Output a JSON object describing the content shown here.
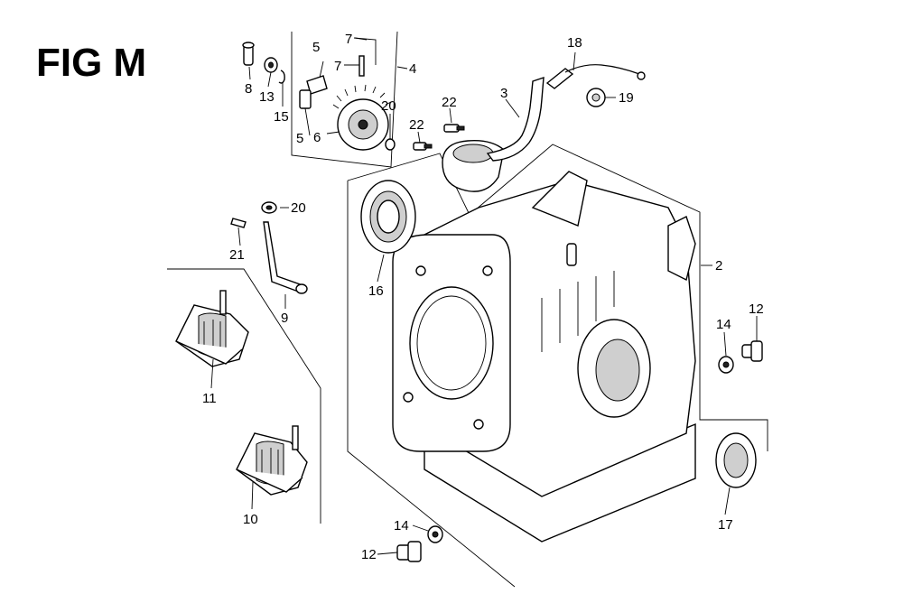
{
  "figure": {
    "title": "FIG M"
  },
  "callouts": [
    {
      "id": "c8",
      "label": "8"
    },
    {
      "id": "c13",
      "label": "13"
    },
    {
      "id": "c15",
      "label": "15"
    },
    {
      "id": "c5a",
      "label": "5"
    },
    {
      "id": "c5b",
      "label": "5"
    },
    {
      "id": "c6",
      "label": "6"
    },
    {
      "id": "c7a",
      "label": "7"
    },
    {
      "id": "c7b",
      "label": "7"
    },
    {
      "id": "c4",
      "label": "4"
    },
    {
      "id": "c20a",
      "label": "20"
    },
    {
      "id": "c22a",
      "label": "22"
    },
    {
      "id": "c22b",
      "label": "22"
    },
    {
      "id": "c3",
      "label": "3"
    },
    {
      "id": "c18",
      "label": "18"
    },
    {
      "id": "c19",
      "label": "19"
    },
    {
      "id": "c20b",
      "label": "20"
    },
    {
      "id": "c21",
      "label": "21"
    },
    {
      "id": "c9",
      "label": "9"
    },
    {
      "id": "c16",
      "label": "16"
    },
    {
      "id": "c2",
      "label": "2"
    },
    {
      "id": "c14a",
      "label": "14"
    },
    {
      "id": "c12a",
      "label": "12"
    },
    {
      "id": "c11",
      "label": "11"
    },
    {
      "id": "c10",
      "label": "10"
    },
    {
      "id": "c17",
      "label": "17"
    },
    {
      "id": "c14b",
      "label": "14"
    },
    {
      "id": "c12b",
      "label": "12"
    }
  ]
}
